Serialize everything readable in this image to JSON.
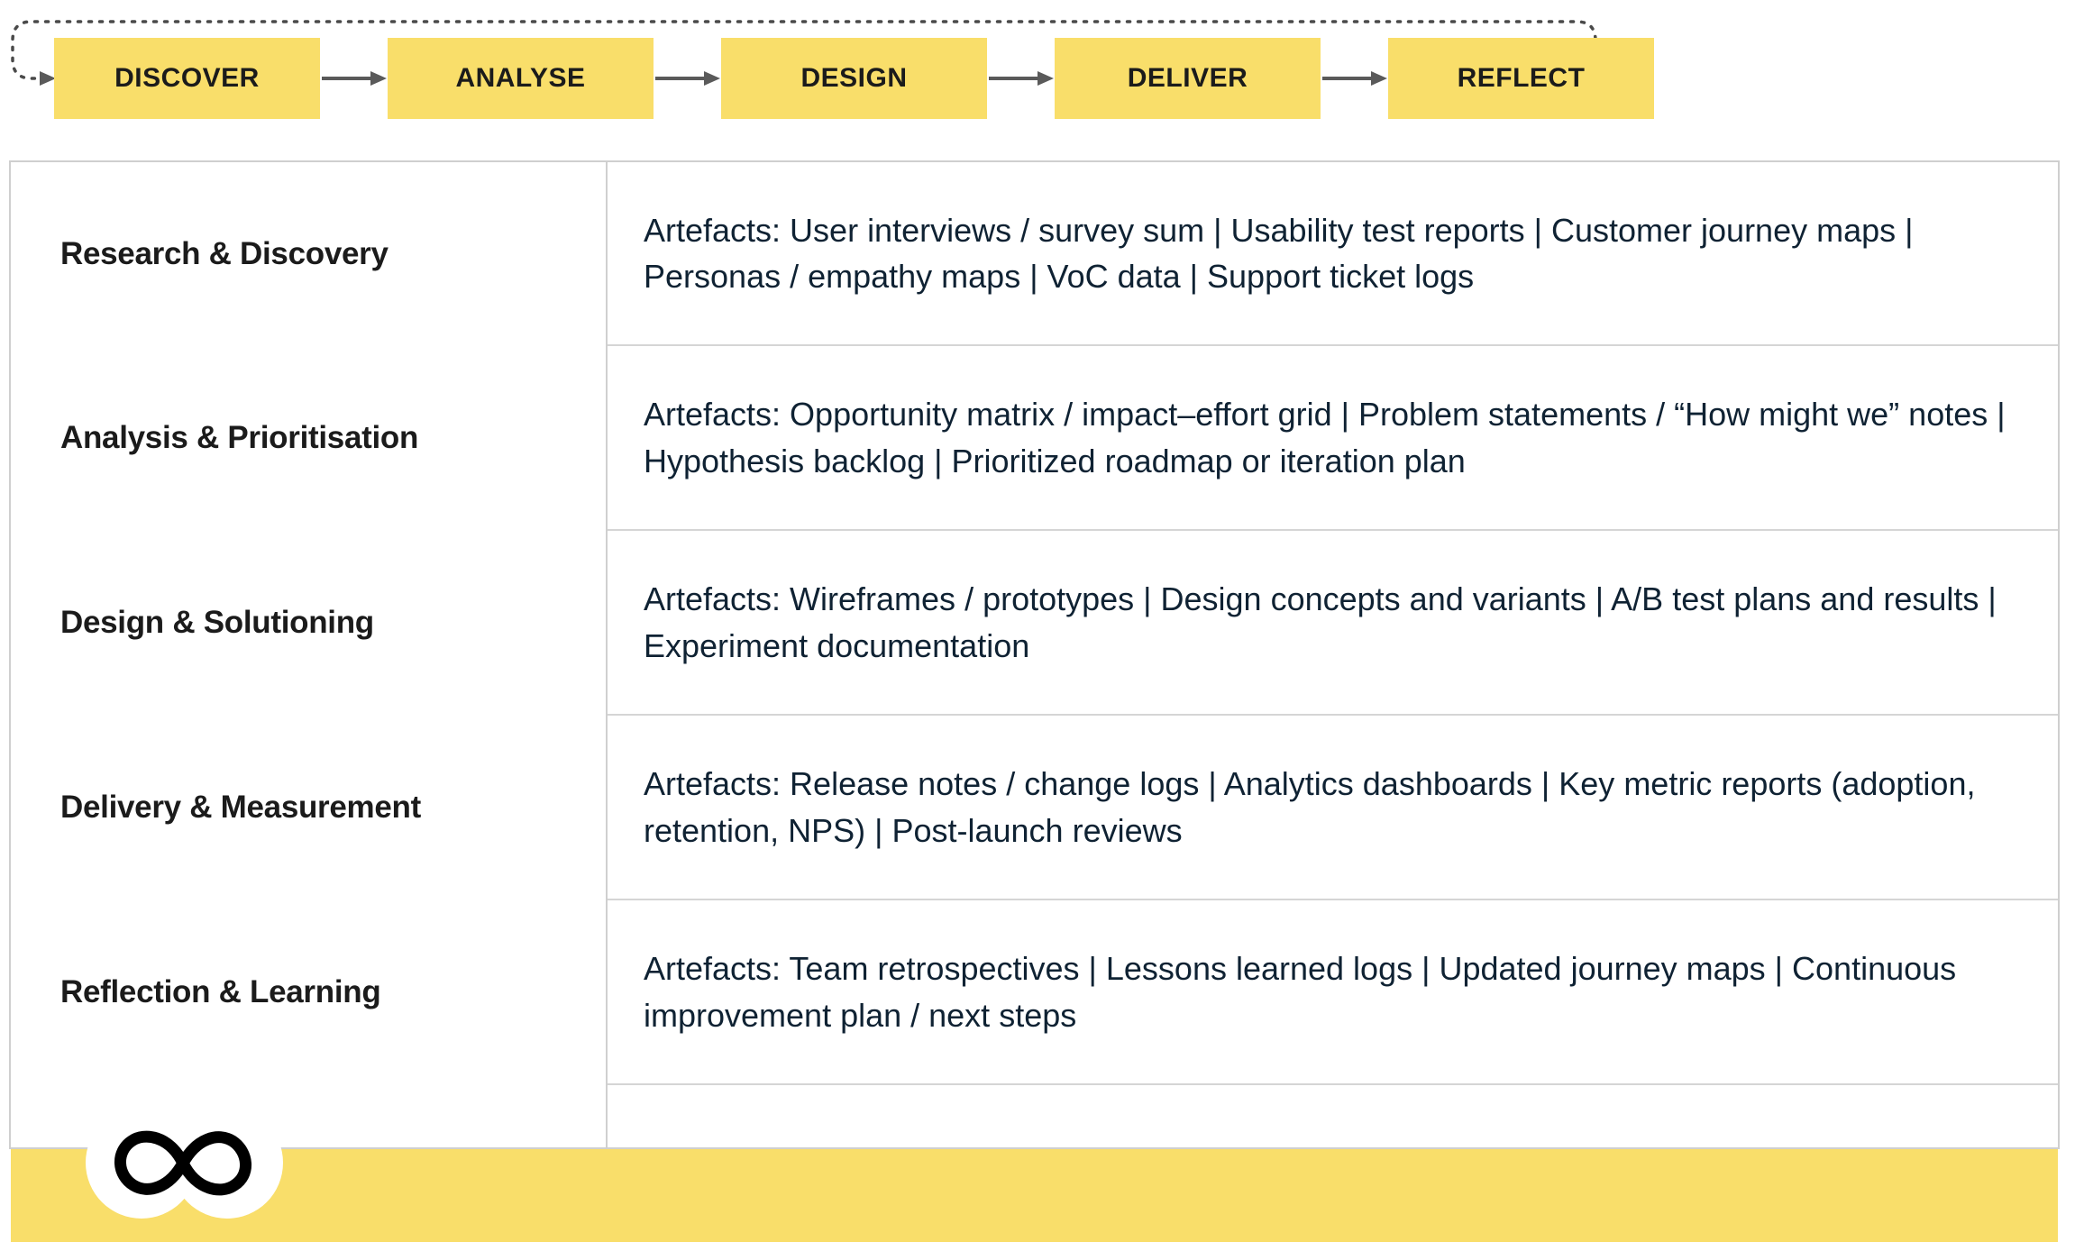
{
  "flow": {
    "stages": [
      {
        "label": "DISCOVER"
      },
      {
        "label": "ANALYSE"
      },
      {
        "label": "DESIGN"
      },
      {
        "label": "DELIVER"
      },
      {
        "label": "REFLECT"
      }
    ],
    "loop": "dotted-feedback-loop",
    "arrow_icon": "arrow-right-icon",
    "box_color": "#F9DE6A",
    "label_color": "#1b1b1b",
    "arrow_color": "#5a5a5a"
  },
  "table": {
    "border_color": "#cfcfcf",
    "row_divider_color": "#d5d5d5",
    "rows": [
      {
        "phase": "Research & Discovery",
        "artefacts": "Artefacts: User interviews / survey sum | Usability test reports | Customer journey maps | Personas / empathy maps | VoC data | Support ticket logs"
      },
      {
        "phase": "Analysis & Prioritisation",
        "artefacts": "Artefacts: Opportunity matrix / impact–effort grid | Problem statements / “How might we” notes | Hypothesis backlog | Prioritized roadmap or iteration plan"
      },
      {
        "phase": "Design & Solutioning",
        "artefacts": "Artefacts: Wireframes / prototypes | Design concepts and variants | A/B test plans and results | Experiment documentation"
      },
      {
        "phase": "Delivery & Measurement",
        "artefacts": "Artefacts: Release notes / change logs | Analytics dashboards | Key metric reports (adoption, retention, NPS) | Post-launch reviews"
      },
      {
        "phase": "Reflection & Learning",
        "artefacts": "Artefacts: Team retrospectives | Lessons learned logs | Updated journey maps | Continuous improvement plan / next steps"
      }
    ]
  },
  "footer": {
    "logo": "infinity-icon",
    "bar_color": "#F9DE6A",
    "logo_color": "#000000"
  }
}
